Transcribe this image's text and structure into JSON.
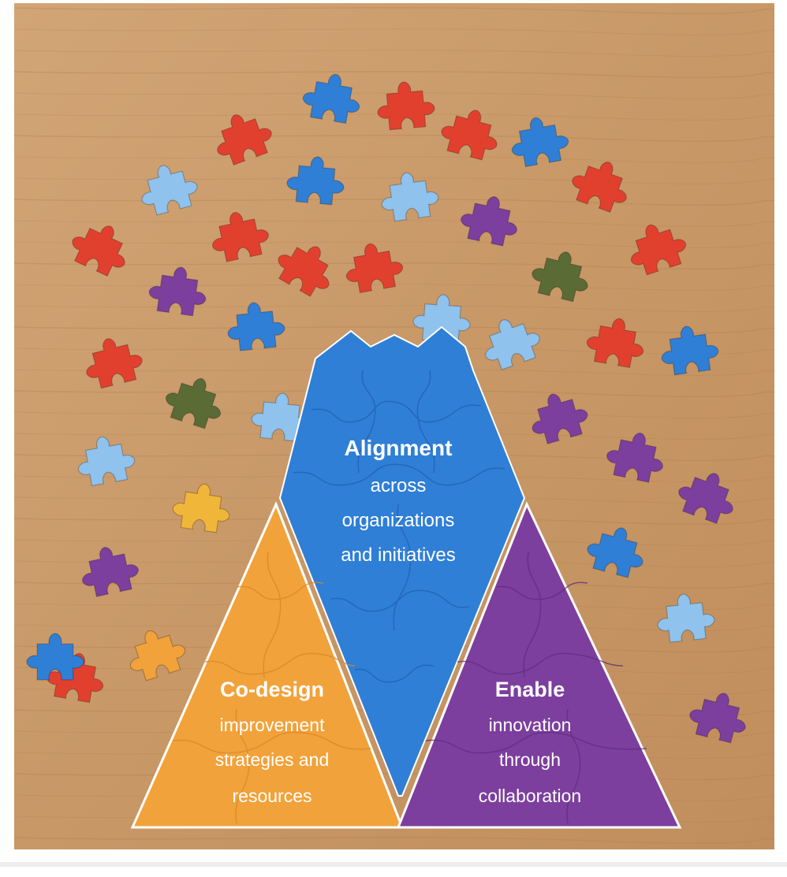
{
  "colors": {
    "wood": "#c99a6a",
    "wood_light": "#d8ad80",
    "wood_grain": "#b48252",
    "blue": "#2f7fd6",
    "orange": "#f2a23a",
    "purple": "#7c3f9e",
    "red": "#e2402f",
    "light_blue": "#8fc2ec",
    "olive": "#5a6b36",
    "gold": "#f0b63a"
  },
  "sections": {
    "alignment": {
      "title": "Alignment",
      "lines": [
        "across",
        "organizations",
        "and initiatives"
      ]
    },
    "codesign": {
      "title": "Co-design",
      "lines": [
        "improvement",
        "strategies and",
        "resources"
      ]
    },
    "enable": {
      "title": "Enable",
      "lines": [
        "innovation",
        "through",
        "collaboration"
      ]
    }
  },
  "scattered_pieces": [
    "red",
    "blue",
    "red",
    "red",
    "blue",
    "red",
    "light_blue",
    "blue",
    "light_blue",
    "purple",
    "red",
    "red",
    "red",
    "purple",
    "red",
    "red",
    "olive",
    "blue",
    "light_blue",
    "light_blue",
    "red",
    "red",
    "olive",
    "blue",
    "light_blue",
    "purple",
    "purple",
    "light_blue",
    "gold",
    "purple",
    "purple",
    "blue",
    "red",
    "orange",
    "light_blue",
    "purple",
    "blue"
  ]
}
